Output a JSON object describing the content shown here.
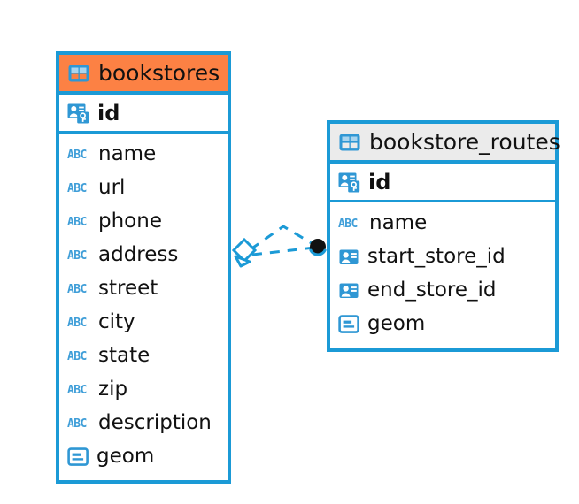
{
  "diagram": {
    "type": "er-diagram",
    "background": "#ffffff",
    "accent_color": "#1b9ad6",
    "highlight_color": "#fc8144",
    "header_gray": "#ebebeb"
  },
  "tables": [
    {
      "name": "bookstores",
      "header_color": "#fc8144",
      "table_icon": "table-icon",
      "primary_key": {
        "label": "id",
        "icon": "primary-key-icon"
      },
      "fields": [
        {
          "label": "name",
          "icon": "abc-text-icon"
        },
        {
          "label": "url",
          "icon": "abc-text-icon"
        },
        {
          "label": "phone",
          "icon": "abc-text-icon"
        },
        {
          "label": "address",
          "icon": "abc-text-icon"
        },
        {
          "label": "street",
          "icon": "abc-text-icon"
        },
        {
          "label": "city",
          "icon": "abc-text-icon"
        },
        {
          "label": "state",
          "icon": "abc-text-icon"
        },
        {
          "label": "zip",
          "icon": "abc-text-icon"
        },
        {
          "label": "description",
          "icon": "abc-text-icon"
        },
        {
          "label": "geom",
          "icon": "geometry-icon"
        }
      ]
    },
    {
      "name": "bookstore_routes",
      "header_color": "#ebebeb",
      "table_icon": "table-icon",
      "primary_key": {
        "label": "id",
        "icon": "primary-key-icon"
      },
      "fields": [
        {
          "label": "name",
          "icon": "abc-text-icon"
        },
        {
          "label": "start_store_id",
          "icon": "foreign-key-icon"
        },
        {
          "label": "end_store_id",
          "icon": "foreign-key-icon"
        },
        {
          "label": "geom",
          "icon": "geometry-icon"
        }
      ]
    }
  ],
  "relationship": {
    "source_marker": "diamond-marker",
    "target_marker": "filled-circle-marker",
    "line_style": "dashed",
    "line_color": "#1b9ad6"
  }
}
